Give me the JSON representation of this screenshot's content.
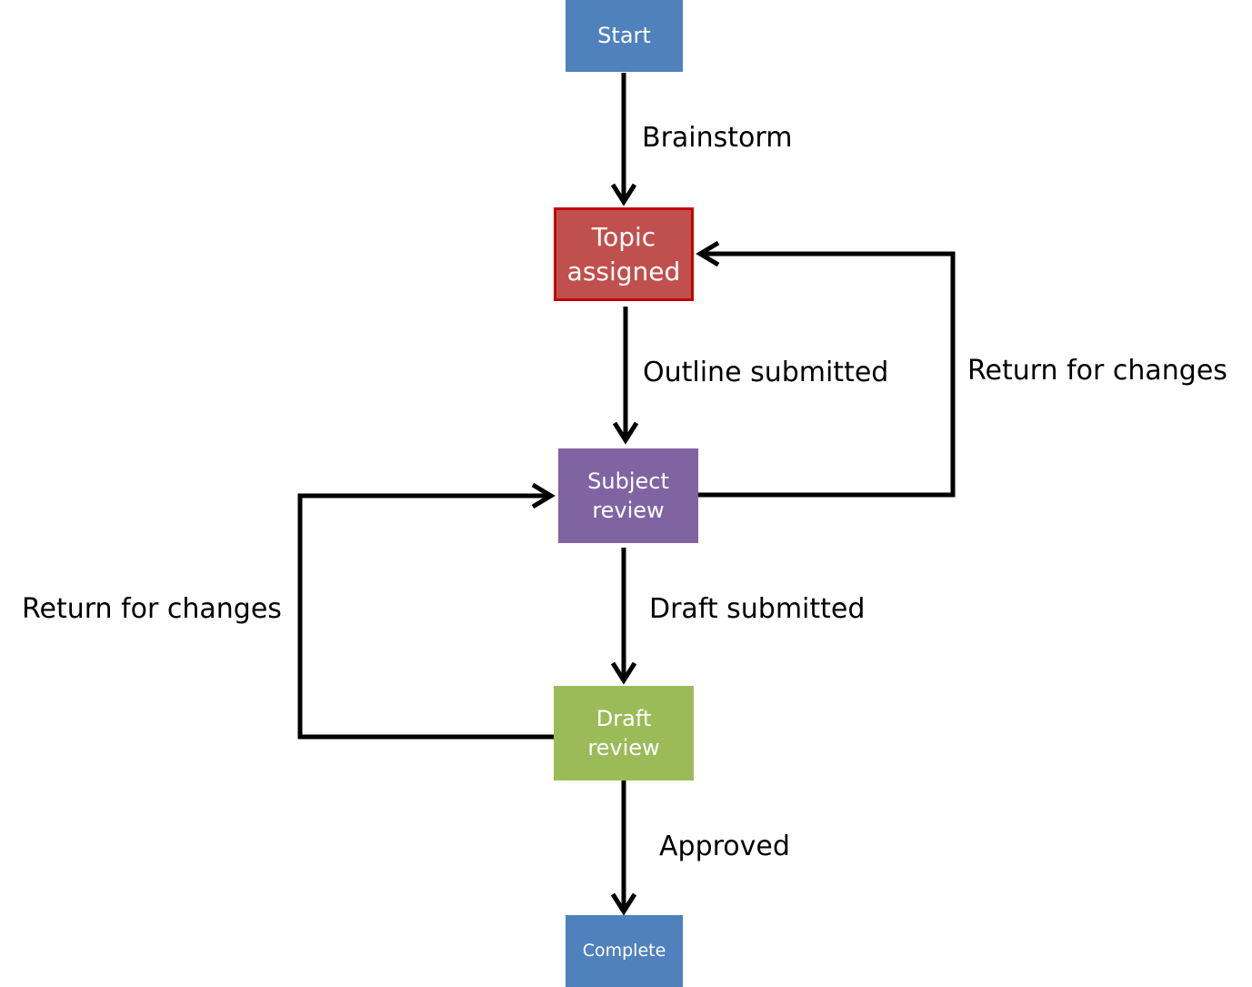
{
  "nodes": {
    "start": {
      "label": "Start",
      "color": "#4f81bd"
    },
    "topic_assigned": {
      "label": "Topic\nassigned",
      "color": "#c0504d",
      "border_color": "#c00000"
    },
    "subject_review": {
      "label": "Subject\nreview",
      "color": "#8064a2"
    },
    "draft_review": {
      "label": "Draft\nreview",
      "color": "#9bbb59"
    },
    "complete": {
      "label": "Complete",
      "color": "#4f81bd"
    }
  },
  "edges": {
    "brainstorm": {
      "label": "Brainstorm",
      "from": "start",
      "to": "topic_assigned"
    },
    "outline_submitted": {
      "label": "Outline submitted",
      "from": "topic_assigned",
      "to": "subject_review"
    },
    "return_right": {
      "label": "Return for changes",
      "from": "subject_review",
      "to": "topic_assigned"
    },
    "draft_submitted": {
      "label": "Draft submitted",
      "from": "subject_review",
      "to": "draft_review"
    },
    "return_left": {
      "label": "Return for changes",
      "from": "draft_review",
      "to": "subject_review"
    },
    "approved": {
      "label": "Approved",
      "from": "draft_review",
      "to": "complete"
    }
  }
}
